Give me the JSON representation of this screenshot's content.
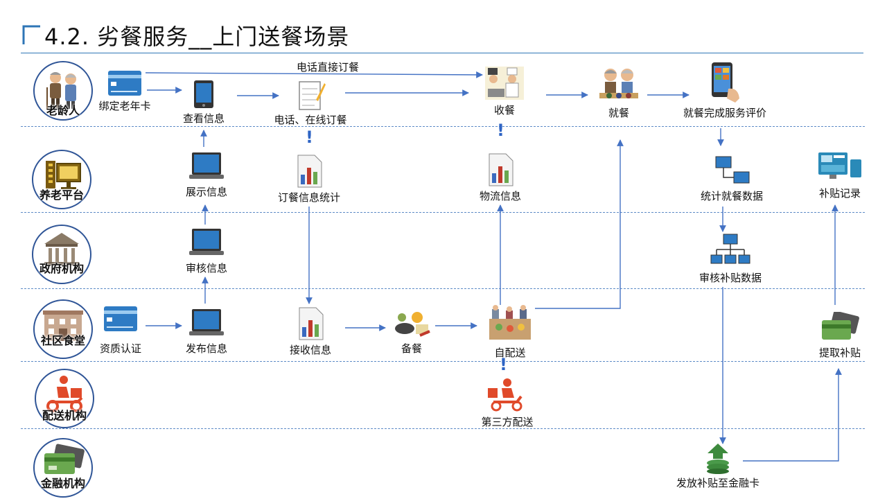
{
  "page": {
    "title": "4.2. 劣餐服务__上门送餐场景",
    "accent_color": "#2e75b6",
    "arrow_color": "#4472c4"
  },
  "actors": [
    {
      "id": "elderly",
      "label": "老龄人",
      "icon": "elderly-couple-icon"
    },
    {
      "id": "platform",
      "label": "养老平台",
      "icon": "platform-screen-icon"
    },
    {
      "id": "government",
      "label": "政府机构",
      "icon": "government-building-icon"
    },
    {
      "id": "canteen",
      "label": "社区食堂",
      "icon": "canteen-building-icon"
    },
    {
      "id": "delivery",
      "label": "配送机构",
      "icon": "delivery-scooter-icon"
    },
    {
      "id": "finance",
      "label": "金融机构",
      "icon": "bank-card-icon"
    }
  ],
  "nodes": {
    "bind_card": {
      "label": "绑定老年卡",
      "icon": "card-icon"
    },
    "view_info": {
      "label": "查看信息",
      "icon": "tablet-icon"
    },
    "phone_online_order": {
      "label": "电话、在线订餐",
      "icon": "notepad-icon"
    },
    "receive_meal": {
      "label": "收餐",
      "icon": "chef-icon"
    },
    "dine": {
      "label": "就餐",
      "icon": "dining-couple-icon"
    },
    "evaluate": {
      "label": "就餐完成服务评价",
      "icon": "mobile-rating-icon"
    },
    "display_info": {
      "label": "展示信息",
      "icon": "laptop-icon"
    },
    "order_stats": {
      "label": "订餐信息统计",
      "icon": "report-chart-icon"
    },
    "logistics_info": {
      "label": "物流信息",
      "icon": "report-chart-icon"
    },
    "meal_stats": {
      "label": "统计就餐数据",
      "icon": "network-computers-icon"
    },
    "subsidy_record": {
      "label": "补贴记录",
      "icon": "dashboard-screens-icon"
    },
    "audit_info": {
      "label": "审核信息",
      "icon": "laptop-icon"
    },
    "audit_subsidy": {
      "label": "审核补贴数据",
      "icon": "network-tree-icon"
    },
    "qualification": {
      "label": "资质认证",
      "icon": "card-icon"
    },
    "publish_info": {
      "label": "发布信息",
      "icon": "laptop-icon"
    },
    "receive_info": {
      "label": "接收信息",
      "icon": "report-chart-icon"
    },
    "prepare_meal": {
      "label": "备餐",
      "icon": "food-ingredients-icon"
    },
    "self_delivery": {
      "label": "自配送",
      "icon": "market-stall-icon"
    },
    "withdraw_subsidy": {
      "label": "提取补贴",
      "icon": "bank-card-icon"
    },
    "third_party_delivery": {
      "label": "第三方配送",
      "icon": "delivery-scooter-icon"
    },
    "issue_subsidy": {
      "label": "发放补贴至金融卡",
      "icon": "money-upload-icon"
    }
  },
  "edges": {
    "phone_direct_order": "电话直接订餐"
  }
}
